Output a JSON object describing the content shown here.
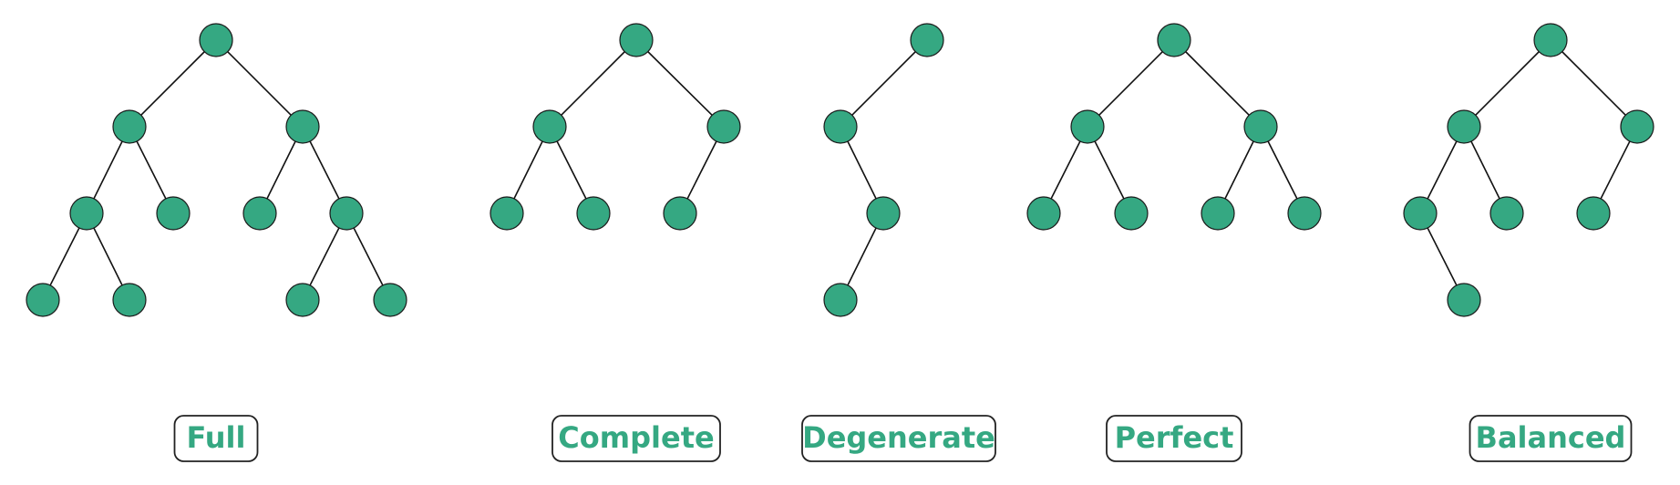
{
  "colors": {
    "node_fill": "#35a882",
    "caption_text": "#35a882"
  },
  "trees": [
    {
      "id": "full",
      "caption": "Full",
      "nodes": [
        "root",
        "l",
        "r",
        "ll",
        "lr",
        "rl",
        "rr",
        "lll",
        "llr",
        "rrl",
        "rrr"
      ],
      "edges": [
        [
          "root",
          "l"
        ],
        [
          "root",
          "r"
        ],
        [
          "l",
          "ll"
        ],
        [
          "l",
          "lr"
        ],
        [
          "r",
          "rl"
        ],
        [
          "r",
          "rr"
        ],
        [
          "ll",
          "lll"
        ],
        [
          "ll",
          "llr"
        ],
        [
          "rr",
          "rrl"
        ],
        [
          "rr",
          "rrr"
        ]
      ]
    },
    {
      "id": "complete",
      "caption": "Complete",
      "nodes": [
        "root",
        "l",
        "r",
        "ll",
        "lr",
        "rl"
      ],
      "edges": [
        [
          "root",
          "l"
        ],
        [
          "root",
          "r"
        ],
        [
          "l",
          "ll"
        ],
        [
          "l",
          "lr"
        ],
        [
          "r",
          "rl"
        ]
      ]
    },
    {
      "id": "degenerate",
      "caption": "Degenerate",
      "nodes": [
        "root",
        "l",
        "lr",
        "lrl"
      ],
      "edges": [
        [
          "root",
          "l"
        ],
        [
          "l",
          "lr"
        ],
        [
          "lr",
          "lrl"
        ]
      ]
    },
    {
      "id": "perfect",
      "caption": "Perfect",
      "nodes": [
        "root",
        "l",
        "r",
        "ll",
        "lr",
        "rl",
        "rr"
      ],
      "edges": [
        [
          "root",
          "l"
        ],
        [
          "root",
          "r"
        ],
        [
          "l",
          "ll"
        ],
        [
          "l",
          "lr"
        ],
        [
          "r",
          "rl"
        ],
        [
          "r",
          "rr"
        ]
      ]
    },
    {
      "id": "balanced",
      "caption": "Balanced",
      "nodes": [
        "root",
        "l",
        "r",
        "ll",
        "lr",
        "rl",
        "llr"
      ],
      "edges": [
        [
          "root",
          "l"
        ],
        [
          "root",
          "r"
        ],
        [
          "l",
          "ll"
        ],
        [
          "l",
          "lr"
        ],
        [
          "r",
          "rl"
        ],
        [
          "ll",
          "llr"
        ]
      ]
    }
  ]
}
